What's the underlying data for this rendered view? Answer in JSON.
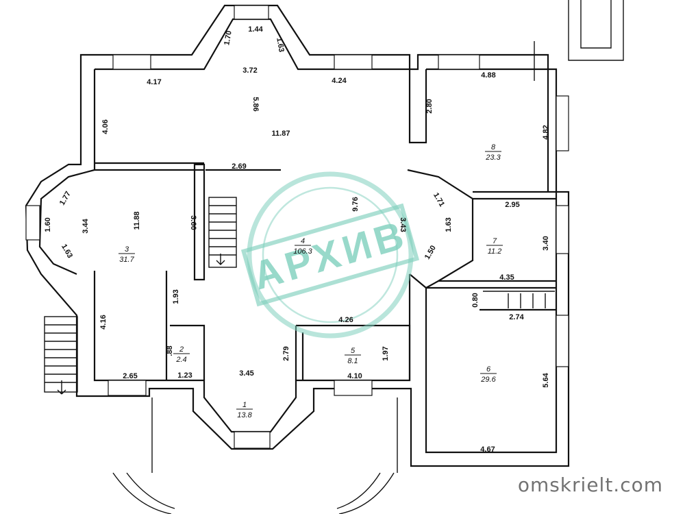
{
  "watermark": {
    "stamp_text": "АРХИВ",
    "site": "omskrielt.com",
    "stamp_color": "#7fd0bd"
  },
  "rooms": [
    {
      "id": "1",
      "area": "13.8"
    },
    {
      "id": "2",
      "area": "2.4"
    },
    {
      "id": "3",
      "area": "31.7"
    },
    {
      "id": "4",
      "area": "106.3"
    },
    {
      "id": "5",
      "area": "8.1"
    },
    {
      "id": "6",
      "area": "29.6"
    },
    {
      "id": "7",
      "area": "11.2"
    },
    {
      "id": "8",
      "area": "23.3"
    }
  ],
  "dimensions": [
    "1.44",
    "1.70",
    "1.63",
    "3.72",
    "4.17",
    "4.24",
    "5.86",
    "11.87",
    "4.06",
    "4.88",
    "2.80",
    "4.82",
    "2.69",
    "1.77",
    "1.60",
    "1.63",
    "3.44",
    "11.88",
    "3.60",
    "9.76",
    "1.71",
    "3.43",
    "1.63",
    "1.50",
    "2.95",
    "3.40",
    "4.35",
    "0.80",
    "2.74",
    "1.93",
    "4.16",
    "2.65",
    "1.23",
    ".88",
    "3.45",
    "2.79",
    "4.26",
    "1.97",
    "4.10",
    "5.64",
    "4.67"
  ]
}
